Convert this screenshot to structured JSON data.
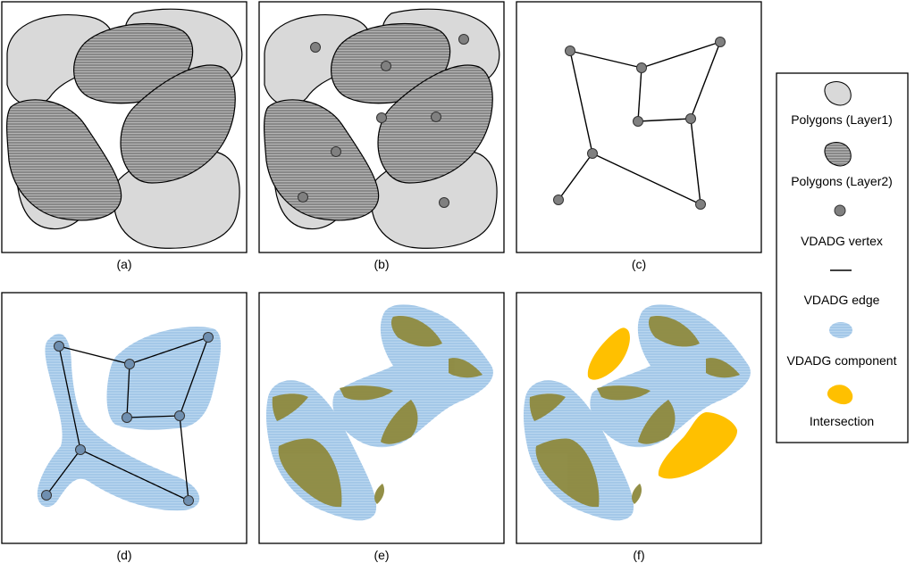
{
  "panels": [
    {
      "id": "a",
      "caption": "(a)"
    },
    {
      "id": "b",
      "caption": "(b)"
    },
    {
      "id": "c",
      "caption": "(c)"
    },
    {
      "id": "d",
      "caption": "(d)"
    },
    {
      "id": "e",
      "caption": "(e)"
    },
    {
      "id": "f",
      "caption": "(f)"
    }
  ],
  "legend": {
    "items": [
      {
        "label": "Polygons (Layer1)",
        "icon": "layer1-polygon-icon"
      },
      {
        "label": "Polygons (Layer2)",
        "icon": "layer2-polygon-icon"
      },
      {
        "label": "VDADG vertex",
        "icon": "vertex-icon"
      },
      {
        "label": "VDADG edge",
        "icon": "edge-icon"
      },
      {
        "label": "VDADG component",
        "icon": "component-icon"
      },
      {
        "label": "Intersection",
        "icon": "intersection-icon"
      }
    ]
  },
  "colors": {
    "layer1_fill": "#d9d9d9",
    "layer2_hatch": "#7f7f7f",
    "vertex_fill": "#808080",
    "component_fill": "#a9cdec",
    "component_hatch": "#9dc3e6",
    "olive": "#8e8a3e",
    "intersection": "#ffc000"
  }
}
